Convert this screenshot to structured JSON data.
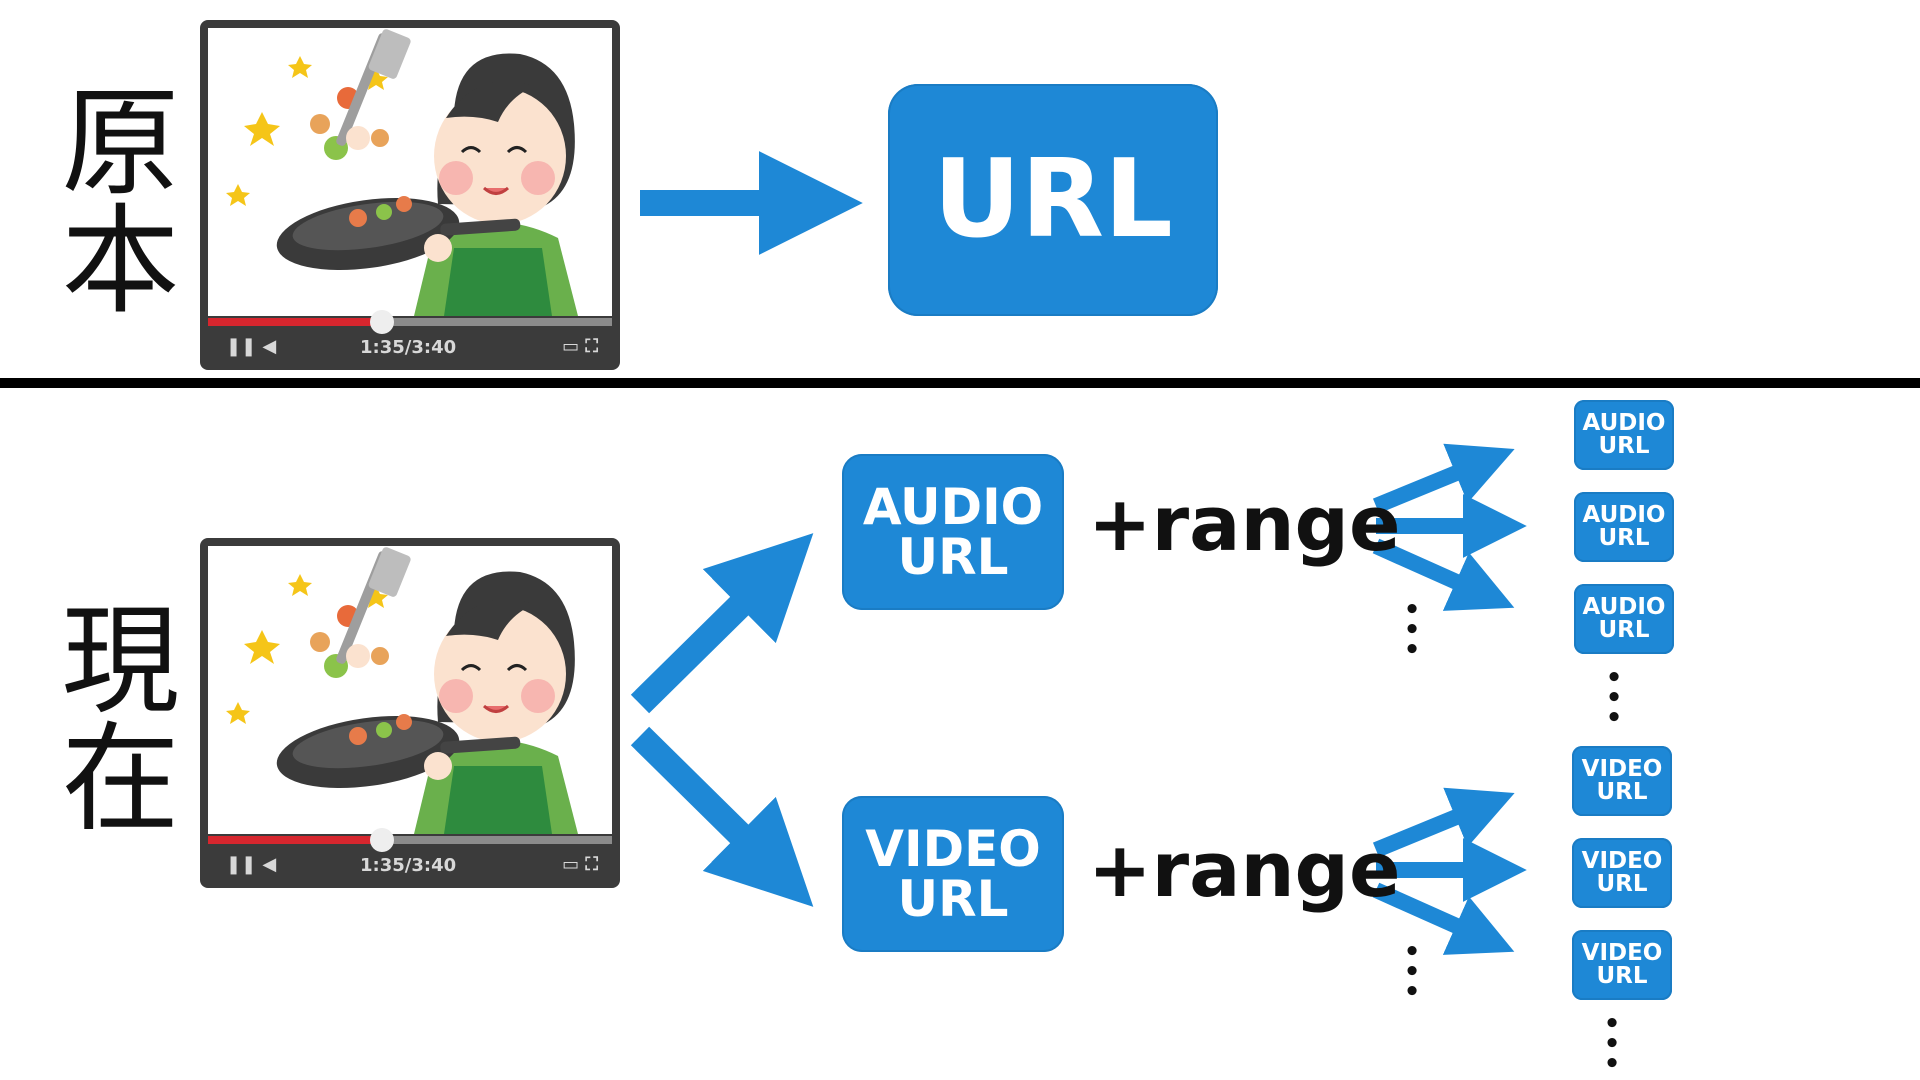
{
  "labels": {
    "original": "原本",
    "current": "現在"
  },
  "player": {
    "time": "1:35/3:40",
    "progress_fraction": 0.43,
    "pause_icon": "pause-icon",
    "volume_icon": "volume-icon",
    "theater_icon": "theater-mode-icon",
    "fullscreen_icon": "fullscreen-icon"
  },
  "boxes": {
    "top_url": [
      "URL"
    ],
    "audio": [
      "AUDIO",
      "URL"
    ],
    "video": [
      "VIDEO",
      "URL"
    ],
    "small_audio": [
      "AUDIO",
      "URL"
    ],
    "small_video": [
      "VIDEO",
      "URL"
    ]
  },
  "range_text": "+range",
  "ellipsis": "⋮",
  "colors": {
    "accent_blue": "#1e88d6",
    "divider": "#000000",
    "text": "#111111"
  }
}
